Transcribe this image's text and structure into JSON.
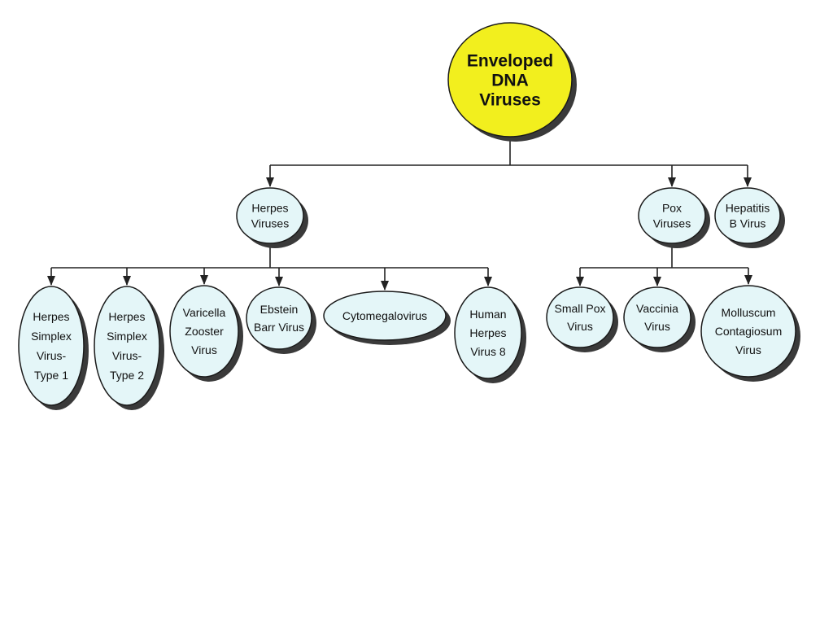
{
  "diagram": {
    "root": {
      "lines": [
        "Enveloped",
        "DNA",
        "Viruses"
      ],
      "fill": "#f2ef1e"
    },
    "node_fill": "#e4f6f8",
    "shadow_color": "#3a3a3a",
    "line_color": "#222222",
    "groups": [
      {
        "id": "herpes-viruses",
        "lines": [
          "Herpes",
          "Viruses"
        ],
        "children": [
          {
            "id": "herpes-simplex-1",
            "lines": [
              "Herpes",
              "Simplex",
              "Virus-",
              "Type 1"
            ]
          },
          {
            "id": "herpes-simplex-2",
            "lines": [
              "Herpes",
              "Simplex",
              "Virus-",
              "Type 2"
            ]
          },
          {
            "id": "varicella-zooster",
            "lines": [
              "Varicella",
              "Zooster",
              "Virus"
            ]
          },
          {
            "id": "ebstein-barr",
            "lines": [
              "Ebstein",
              "Barr Virus"
            ]
          },
          {
            "id": "cytomegalovirus",
            "lines": [
              "Cytomegalovirus"
            ]
          },
          {
            "id": "human-herpes-8",
            "lines": [
              "Human",
              "Herpes",
              "Virus 8"
            ]
          }
        ]
      },
      {
        "id": "pox-viruses",
        "lines": [
          "Pox",
          "Viruses"
        ],
        "children": [
          {
            "id": "small-pox",
            "lines": [
              "Small Pox",
              "Virus"
            ]
          },
          {
            "id": "vaccinia",
            "lines": [
              "Vaccinia",
              "Virus"
            ]
          },
          {
            "id": "molluscum",
            "lines": [
              "Molluscum",
              "Contagiosum",
              "Virus"
            ]
          }
        ]
      },
      {
        "id": "hepatitis-b",
        "lines": [
          "Hepatitis",
          "B Virus"
        ],
        "children": []
      }
    ]
  }
}
